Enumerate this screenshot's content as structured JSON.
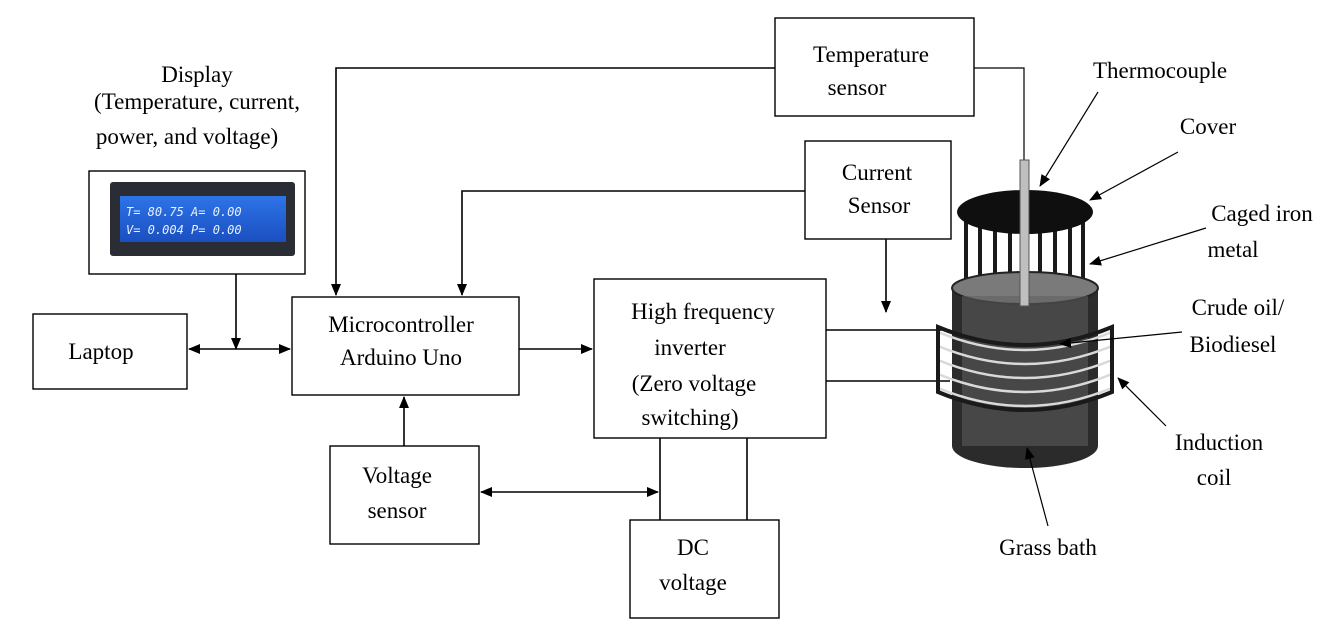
{
  "display": {
    "title": "Display",
    "line1": "(Temperature, current,",
    "line2": "power, and voltage)",
    "lcd_line1": "T= 80.75 A= 0.00",
    "lcd_line2": "V= 0.004 P= 0.00"
  },
  "laptop": "Laptop",
  "microcontroller": {
    "line1": "Microcontroller",
    "line2": "Arduino Uno"
  },
  "inverter": {
    "line1": "High frequency",
    "line2": "inverter",
    "line3": "(Zero voltage",
    "line4": "switching)"
  },
  "voltage_sensor": {
    "line1": "Voltage",
    "line2": "sensor"
  },
  "dc_voltage": {
    "line1": "DC",
    "line2": "voltage"
  },
  "temperature_sensor": {
    "line1": "Temperature",
    "line2": "sensor"
  },
  "current_sensor": {
    "line1": "Current",
    "line2": "Sensor"
  },
  "reactor_labels": {
    "thermocouple": "Thermocouple",
    "cover": "Cover",
    "caged_iron_1": "Caged iron",
    "caged_iron_2": "metal",
    "crude_oil_1": "Crude oil/",
    "crude_oil_2": "Biodiesel",
    "induction_1": "Induction",
    "induction_2": "coil",
    "grass_bath": "Grass bath"
  },
  "colors": {
    "lcd_background": "#1f5fd6",
    "lcd_bezel": "#2a2d34",
    "vessel_dark": "#2b2b2b",
    "vessel_mid": "#6d6d6d"
  }
}
